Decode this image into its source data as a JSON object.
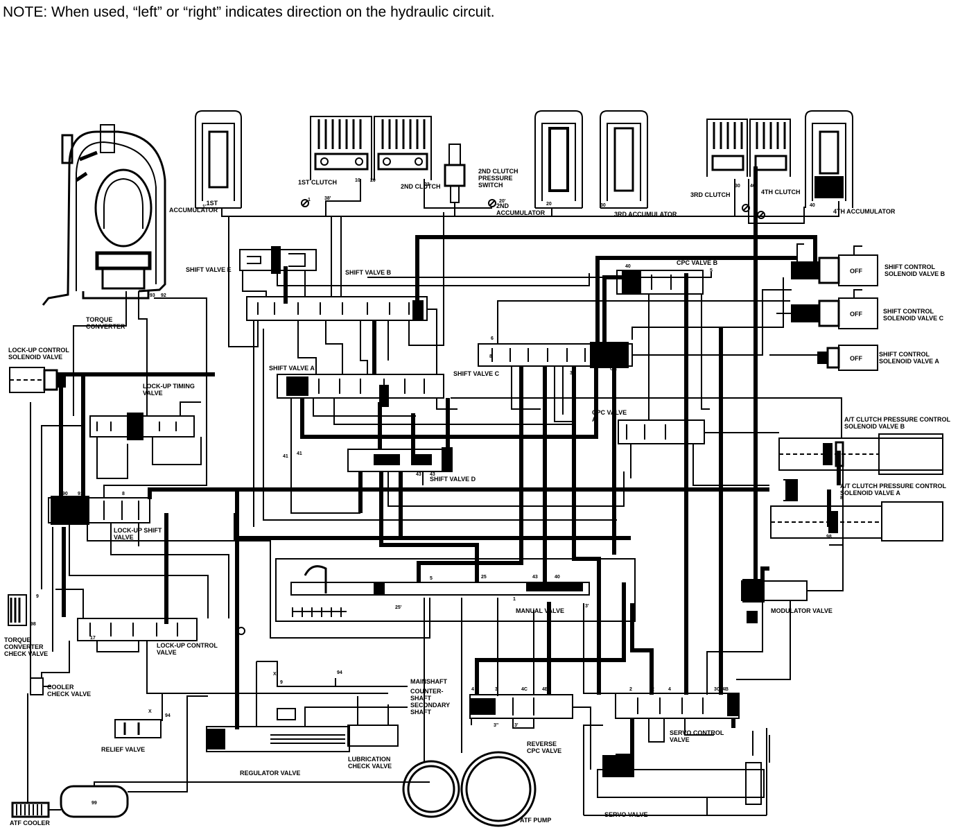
{
  "note": "NOTE:  When used, “left” or “right” indicates direction on the hydraulic circuit.",
  "labels": {
    "torque_converter": "TORQUE\nCONVERTER",
    "first_accumulator": "1ST\nACCUMULATOR",
    "first_clutch": "1ST CLUTCH",
    "second_clutch": "2ND CLUTCH",
    "second_clutch_pressure_switch": "2ND CLUTCH\nPRESSURE\nSWITCH",
    "second_accumulator": "2ND\nACCUMULATOR",
    "third_accumulator": "3RD ACCUMULATOR",
    "third_clutch": "3RD CLUTCH",
    "fourth_clutch": "4TH CLUTCH",
    "fourth_accumulator": "4TH ACCUMULATOR",
    "shift_valve_e": "SHIFT VALVE E",
    "shift_valve_b": "SHIFT VALVE B",
    "cpc_valve_b": "CPC VALVE B",
    "shift_control_solenoid_b": "SHIFT CONTROL\nSOLENOID VALVE B",
    "shift_control_solenoid_c": "SHIFT CONTROL\nSOLENOID VALVE C",
    "shift_control_solenoid_a": "SHIFT CONTROL\nSOLENOID VALVE A",
    "lock_up_control_solenoid": "LOCK-UP CONTROL\nSOLENOID VALVE",
    "lock_up_timing_valve": "LOCK-UP TIMING\nVALVE",
    "shift_valve_a": "SHIFT VALVE A",
    "shift_valve_c": "SHIFT VALVE C",
    "cpc_valve_a": "CPC VALVE\nA",
    "at_clutch_pc_solenoid_b": "A/T CLUTCH PRESSURE CONTROL\nSOLENOID VALVE B",
    "at_clutch_pc_solenoid_a": "A/T CLUTCH PRESSURE CONTROL\nSOLENOID VALVE A",
    "shift_valve_d": "SHIFT VALVE D",
    "lock_up_shift_valve": "LOCK-UP SHIFT\nVALVE",
    "manual_valve": "MANUAL VALVE",
    "modulator_valve": "MODULATOR VALVE",
    "torque_converter_check_valve": "TORQUE\nCONVERTER\nCHECK VALVE",
    "lock_up_control_valve": "LOCK-UP CONTROL\nVALVE",
    "cooler_check_valve": "COOLER\nCHECK VALVE",
    "mainshaft": "MAINSHAFT",
    "countershaft": "COUNTER-\nSHAFT",
    "secondary_shaft": "SECONDARY\nSHAFT",
    "relief_valve": "RELIEF VALVE",
    "regulator_valve": "REGULATOR VALVE",
    "lubrication_check_valve": "LUBRICATION\nCHECK VALVE",
    "reverse_cpc_valve": "REVERSE\nCPC VALVE",
    "servo_control_valve": "SERVO CONTROL\nVALVE",
    "servo_valve": "SERVO VALVE",
    "atf_cooler": "ATF COOLER",
    "atf_pump": "ATF PUMP",
    "off": "OFF"
  }
}
